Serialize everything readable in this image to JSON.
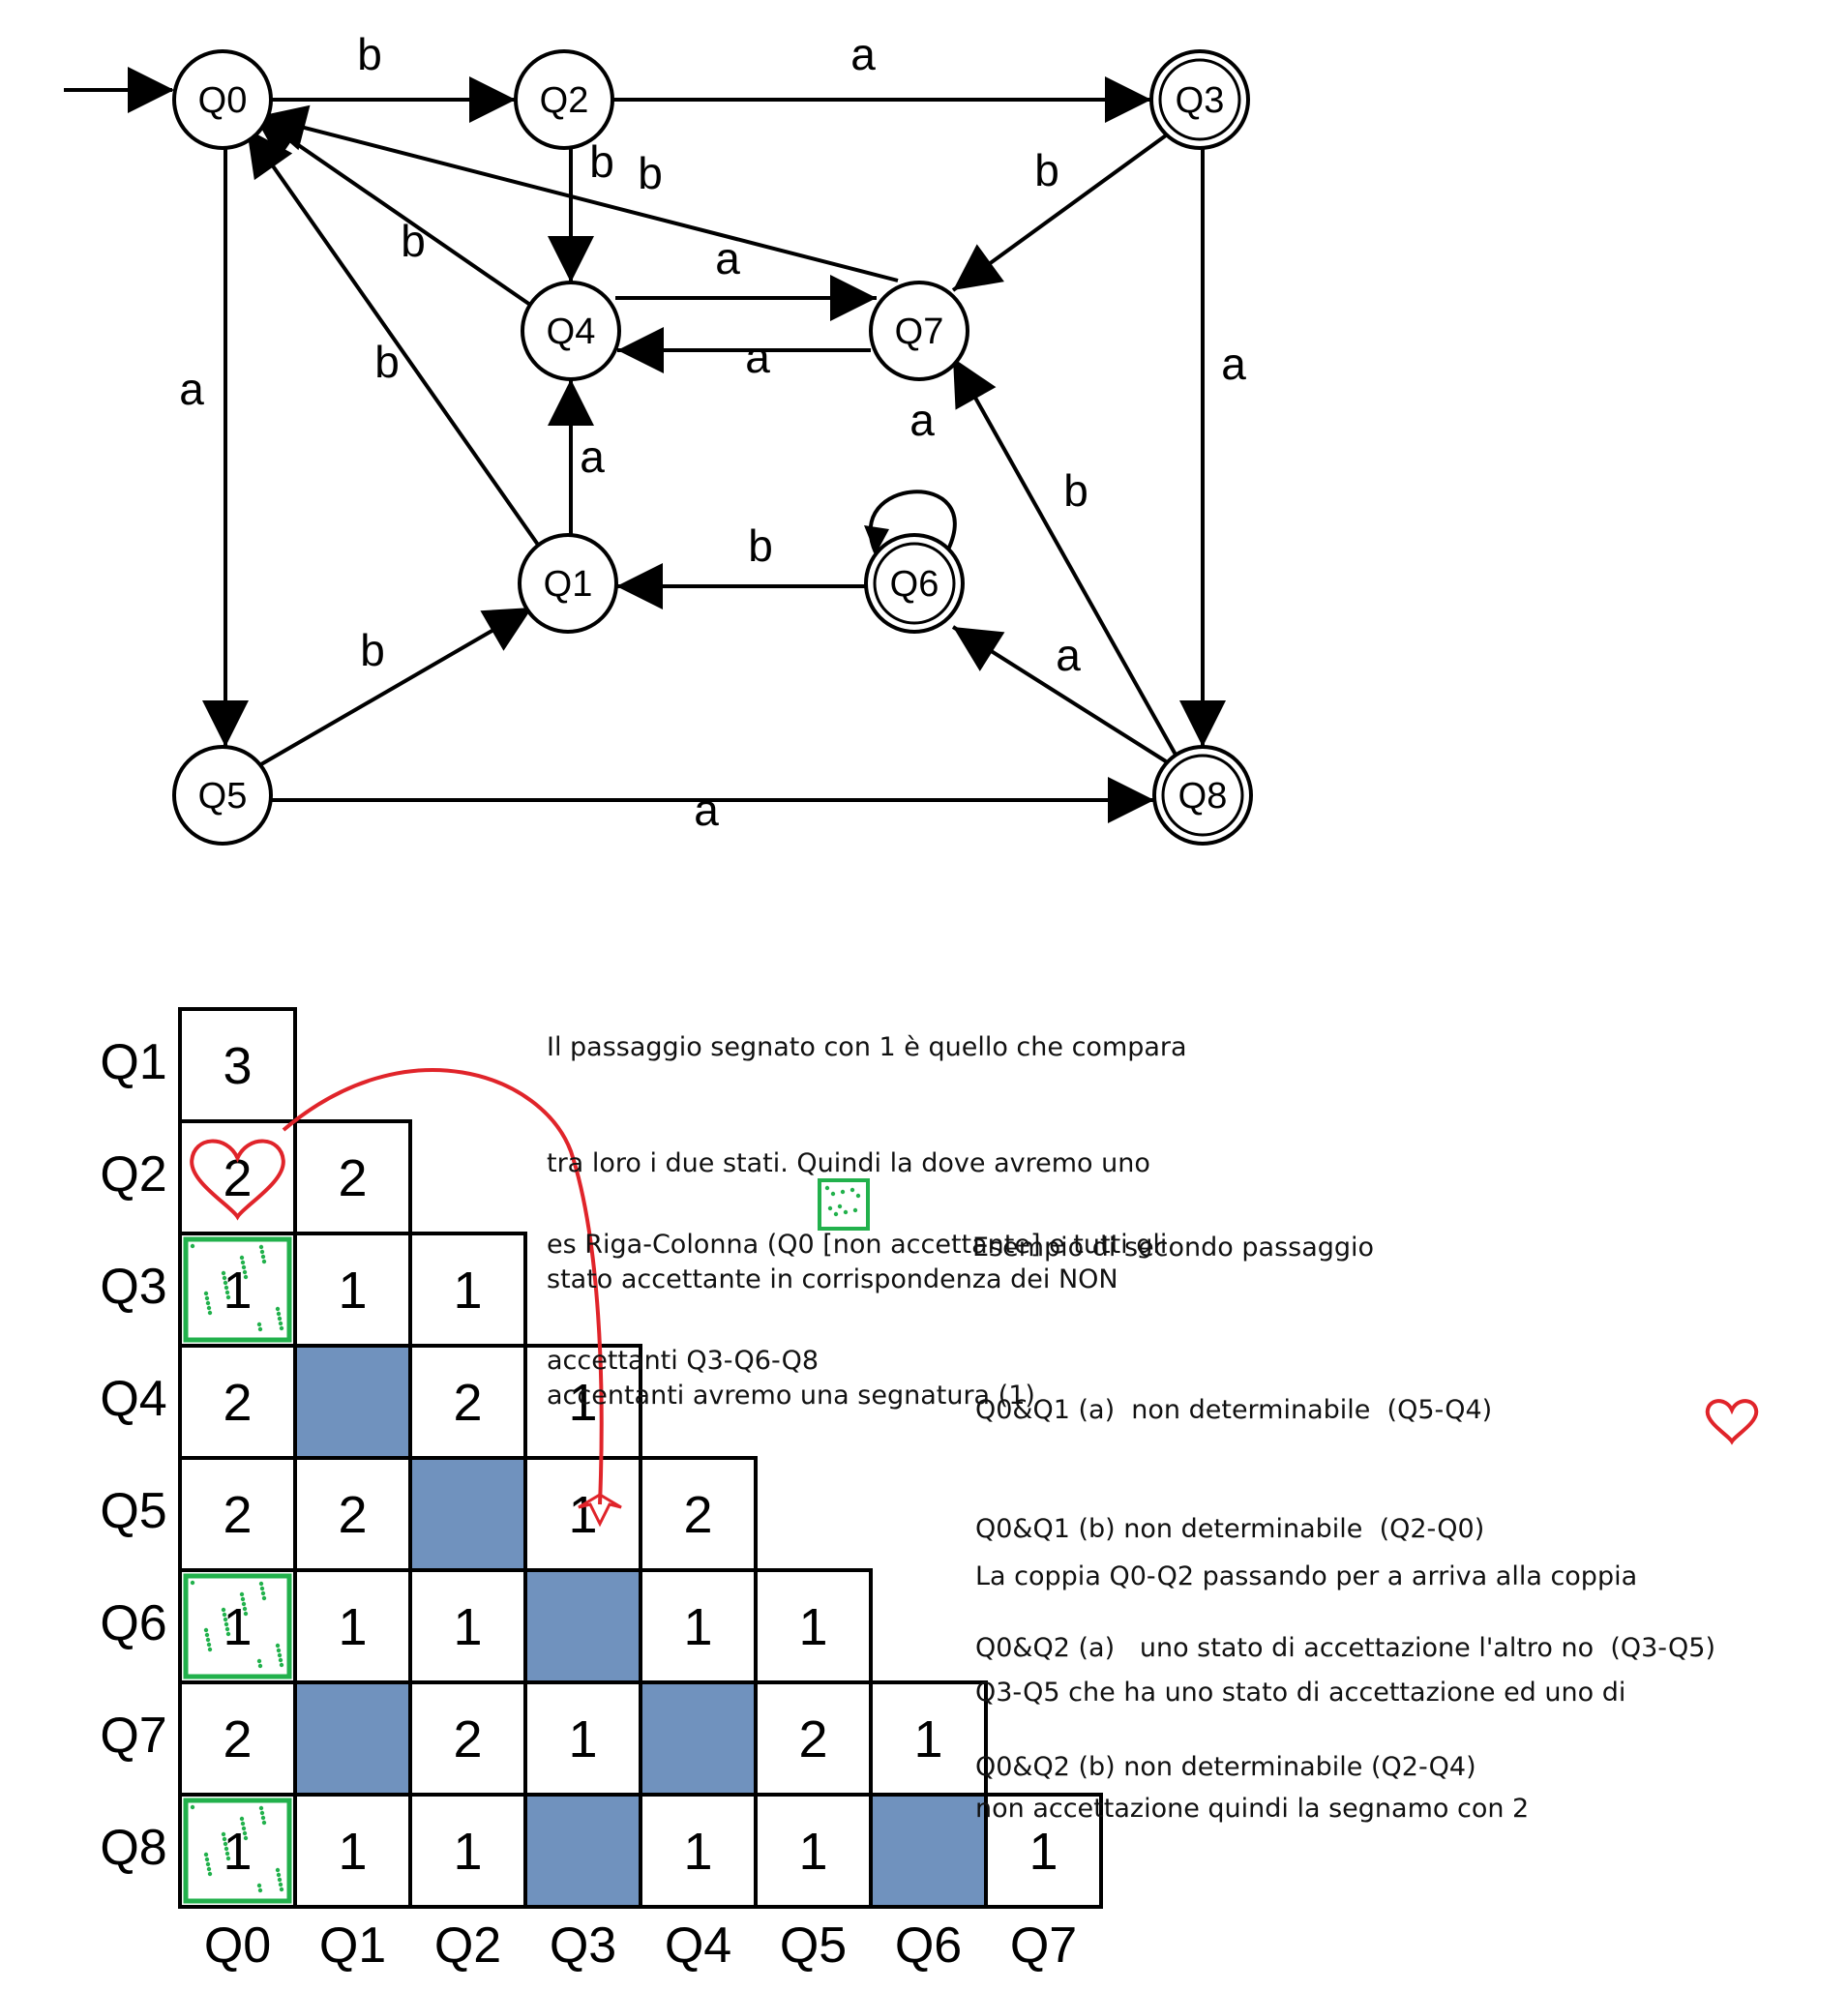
{
  "automaton": {
    "states": [
      {
        "id": "Q0",
        "label": "Q0",
        "initial": true,
        "accepting": false
      },
      {
        "id": "Q1",
        "label": "Q1",
        "initial": false,
        "accepting": false
      },
      {
        "id": "Q2",
        "label": "Q2",
        "initial": false,
        "accepting": false
      },
      {
        "id": "Q3",
        "label": "Q3",
        "initial": false,
        "accepting": true
      },
      {
        "id": "Q4",
        "label": "Q4",
        "initial": false,
        "accepting": false
      },
      {
        "id": "Q5",
        "label": "Q5",
        "initial": false,
        "accepting": false
      },
      {
        "id": "Q6",
        "label": "Q6",
        "initial": false,
        "accepting": true
      },
      {
        "id": "Q7",
        "label": "Q7",
        "initial": false,
        "accepting": false
      },
      {
        "id": "Q8",
        "label": "Q8",
        "initial": false,
        "accepting": true
      }
    ],
    "transitions": [
      {
        "from": "Q0",
        "to": "Q2",
        "symbol": "b"
      },
      {
        "from": "Q0",
        "to": "Q5",
        "symbol": "a"
      },
      {
        "from": "Q2",
        "to": "Q3",
        "symbol": "a"
      },
      {
        "from": "Q2",
        "to": "Q4",
        "symbol": "b"
      },
      {
        "from": "Q3",
        "to": "Q7",
        "symbol": "b"
      },
      {
        "from": "Q3",
        "to": "Q8",
        "symbol": "a"
      },
      {
        "from": "Q4",
        "to": "Q0",
        "symbol": "b"
      },
      {
        "from": "Q4",
        "to": "Q7",
        "symbol": "a"
      },
      {
        "from": "Q7",
        "to": "Q4",
        "symbol": "a"
      },
      {
        "from": "Q7",
        "to": "Q0",
        "symbol": "b"
      },
      {
        "from": "Q1",
        "to": "Q4",
        "symbol": "a"
      },
      {
        "from": "Q1",
        "to": "Q0",
        "symbol": "b"
      },
      {
        "from": "Q6",
        "to": "Q6",
        "symbol": "a"
      },
      {
        "from": "Q6",
        "to": "Q1",
        "symbol": "b"
      },
      {
        "from": "Q5",
        "to": "Q1",
        "symbol": "b"
      },
      {
        "from": "Q5",
        "to": "Q8",
        "symbol": "a"
      },
      {
        "from": "Q8",
        "to": "Q6",
        "symbol": "a"
      },
      {
        "from": "Q8",
        "to": "Q7",
        "symbol": "b"
      }
    ]
  },
  "table": {
    "row_labels": [
      "Q1",
      "Q2",
      "Q3",
      "Q4",
      "Q5",
      "Q6",
      "Q7",
      "Q8"
    ],
    "col_labels": [
      "Q0",
      "Q1",
      "Q2",
      "Q3",
      "Q4",
      "Q5",
      "Q6",
      "Q7"
    ],
    "rows": [
      [
        "3"
      ],
      [
        "2",
        "2"
      ],
      [
        "1",
        "1",
        "1"
      ],
      [
        "2",
        "",
        "2",
        "1"
      ],
      [
        "2",
        "2",
        "",
        "1",
        "2"
      ],
      [
        "1",
        "1",
        "1",
        "",
        "1",
        "1"
      ],
      [
        "2",
        "",
        "2",
        "1",
        "",
        "2",
        "1"
      ],
      [
        "1",
        "1",
        "1",
        "",
        "1",
        "1",
        "",
        "1"
      ]
    ],
    "blue_cells": [
      [
        3,
        1
      ],
      [
        4,
        2
      ],
      [
        5,
        3
      ],
      [
        6,
        1
      ],
      [
        6,
        4
      ],
      [
        7,
        3
      ],
      [
        7,
        6
      ]
    ],
    "green_cells": [
      [
        2,
        0
      ],
      [
        5,
        0
      ],
      [
        7,
        0
      ]
    ],
    "heart_cell": [
      1,
      0
    ],
    "arrow": {
      "from": "Q2-Q0",
      "to": "Q5-Q3"
    }
  },
  "notes": {
    "para1": [
      "Il passaggio segnato con 1 è quello che compara",
      "tra loro i due stati. Quindi la dove avremo uno",
      "stato accettante in corrispondenza dei NON",
      "accentanti avremo una segnatura (1)"
    ],
    "para2": [
      "es Riga-Colonna (Q0 [non accettante] e tutti gli",
      "accettanti Q3-Q6-Q8"
    ],
    "heading": "Esempio di secondo passaggio",
    "pairs": [
      {
        "text": "Q0&Q1 (a)  non determinabile  (Q5-Q4)"
      },
      {
        "text": "Q0&Q1 (b) non determinabile  (Q2-Q0)"
      },
      {
        "text": "Q0&Q2 (a)   uno stato di accettazione l'altro no  (Q3-Q5)"
      },
      {
        "text": "Q0&Q2 (b) non determinabile (Q2-Q4)"
      }
    ],
    "conclusion": [
      "La coppia Q0-Q2 passando per a arriva alla coppia",
      "Q3-Q5 che ha uno stato di accettazione ed uno di",
      "non accettazione quindi la segnamo con 2"
    ]
  },
  "colors": {
    "blue_cell": "#7092be",
    "green_marker": "#22b14c",
    "heart": "#e0242a"
  }
}
